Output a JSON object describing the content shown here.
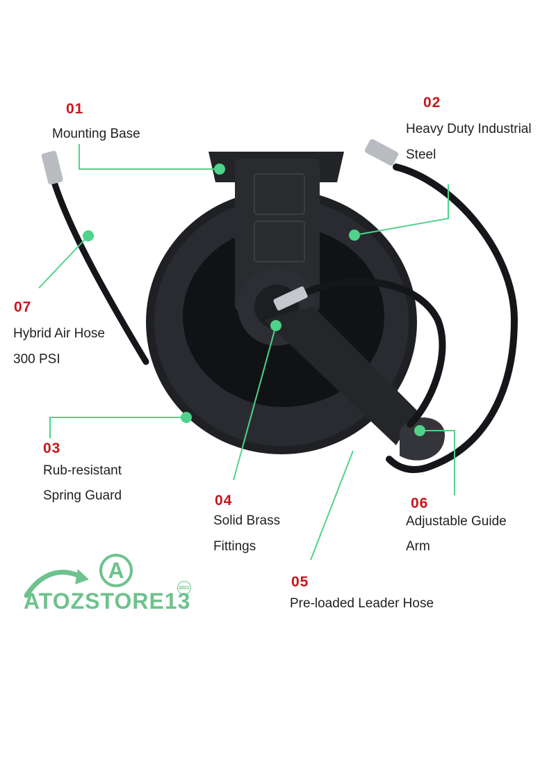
{
  "callouts": [
    {
      "number": "01",
      "lines": [
        "Mounting Base"
      ]
    },
    {
      "number": "02",
      "lines": [
        "Heavy Duty Industrial",
        "Steel"
      ]
    },
    {
      "number": "03",
      "lines": [
        "Rub-resistant",
        "Spring Guard"
      ]
    },
    {
      "number": "04",
      "lines": [
        "Solid Brass",
        "Fittings"
      ]
    },
    {
      "number": "05",
      "lines": [
        "Pre-loaded Leader Hose"
      ]
    },
    {
      "number": "06",
      "lines": [
        "Adjustable Guide",
        "Arm"
      ]
    },
    {
      "number": "07",
      "lines": [
        "Hybrid Air Hose",
        "300 PSI"
      ]
    }
  ],
  "logo": {
    "letter": "A",
    "text": "ATOZSTORE13",
    "year": "2021"
  },
  "colors": {
    "accent": "#4fd38a",
    "number": "#c8151b",
    "reel": "#1b1c20",
    "logo": "#6ec28d"
  }
}
